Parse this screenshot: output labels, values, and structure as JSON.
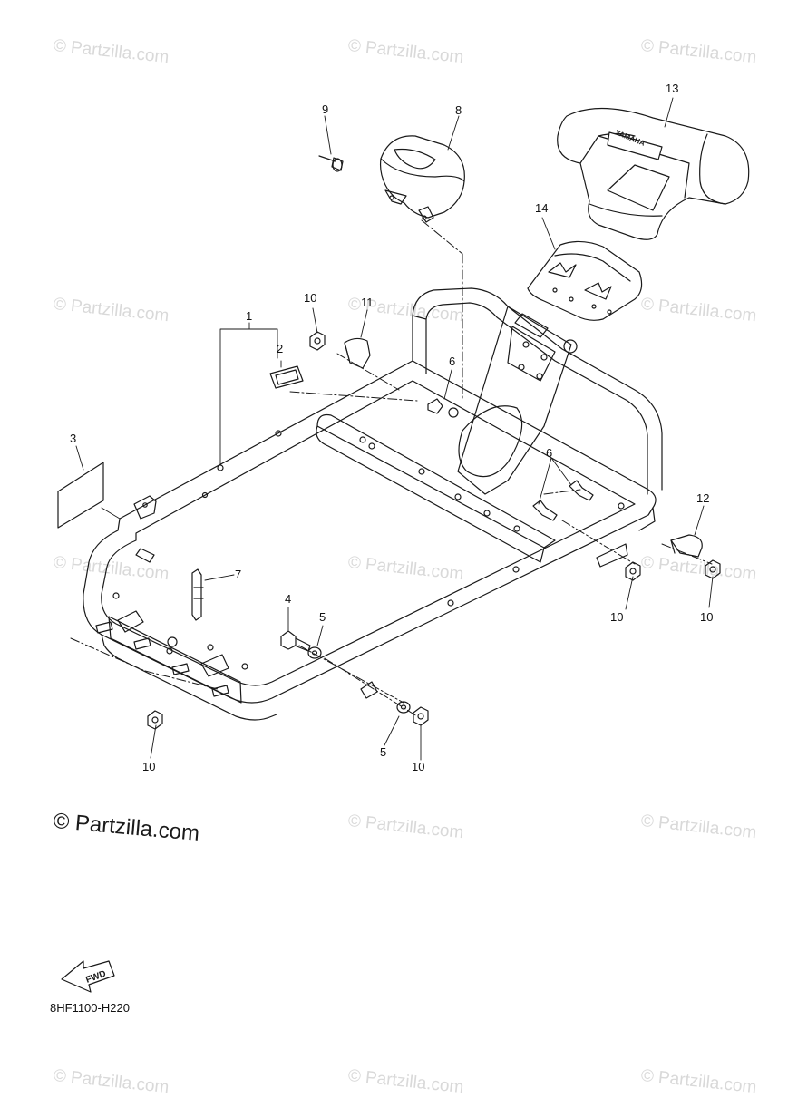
{
  "watermark_text": "© Partzilla.com",
  "brand_text": "© Partzilla.com",
  "diagram_code": "8HF1100-H220",
  "fwd_label": "FWD",
  "decal_13_text": "YAMAHA",
  "callouts": {
    "c1": "1",
    "c2": "2",
    "c3": "3",
    "c4": "4",
    "c5a": "5",
    "c5b": "5",
    "c6a": "6",
    "c6b": "6",
    "c7": "7",
    "c8": "8",
    "c9": "9",
    "c10a": "10",
    "c10b": "10",
    "c10c": "10",
    "c10d": "10",
    "c10e": "10",
    "c11": "11",
    "c12": "12",
    "c13": "13",
    "c14": "14"
  },
  "colors": {
    "line": "#1a1a1a",
    "watermark": "#d9d9d9",
    "background": "#ffffff"
  }
}
